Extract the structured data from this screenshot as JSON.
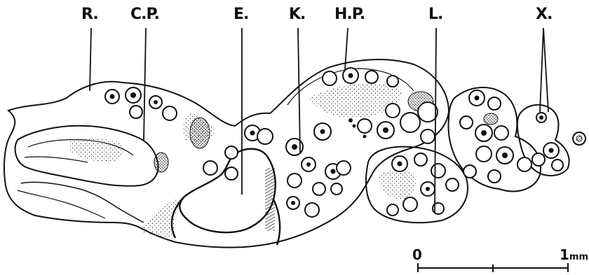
{
  "labels": {
    "r": "R.",
    "cp": "C.P.",
    "e": "E.",
    "k": "K.",
    "hp": "H.P.",
    "l": "L.",
    "x": "X."
  },
  "scale": {
    "start": "0",
    "end": "1",
    "unit": "mm"
  },
  "colors": {
    "ink": "#111111",
    "background": "#ffffff"
  }
}
